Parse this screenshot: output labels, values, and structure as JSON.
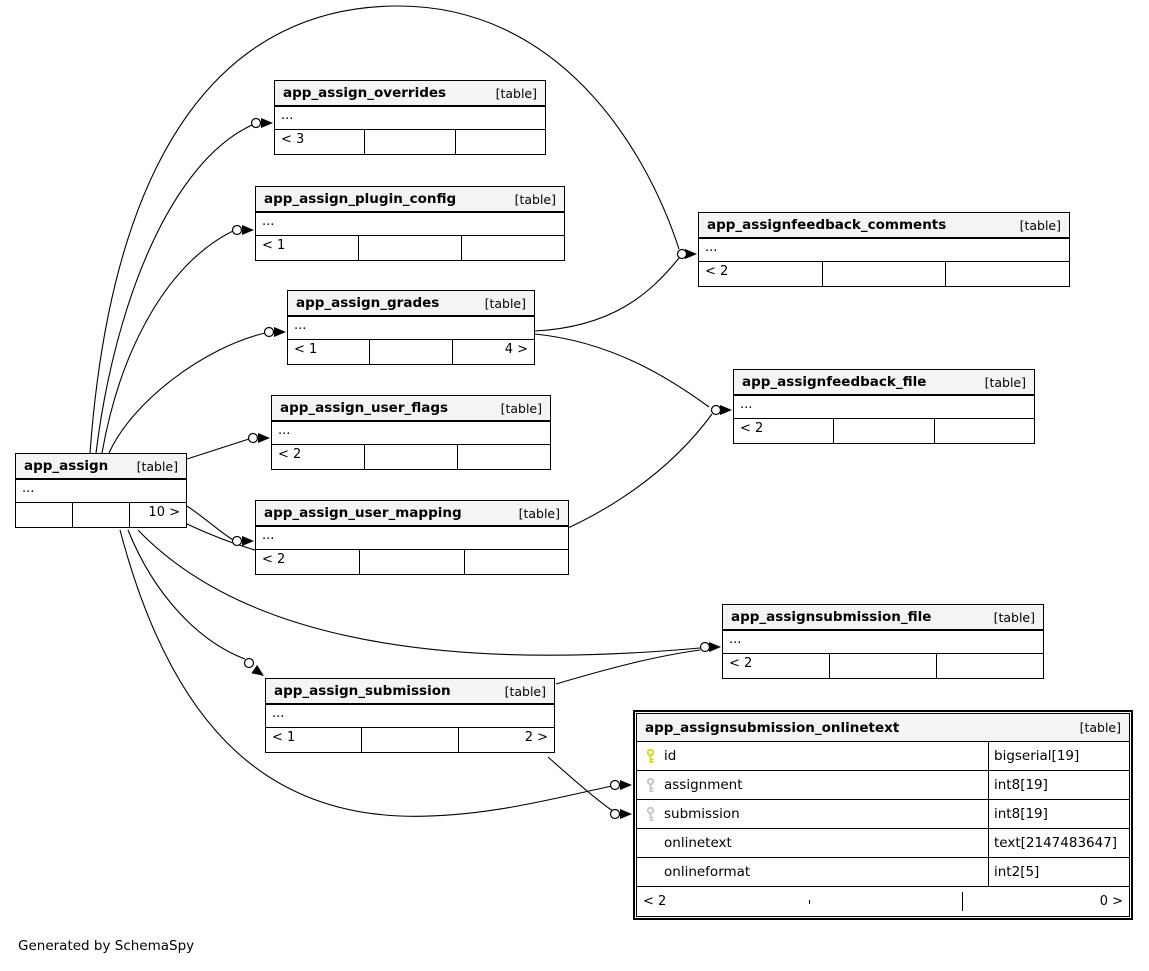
{
  "footer": "Generated by SchemaSpy",
  "tables": {
    "assign": {
      "name": "app_assign",
      "badge": "[table]",
      "ellipsis": "...",
      "stats": [
        "",
        "",
        "10 >"
      ]
    },
    "overrides": {
      "name": "app_assign_overrides",
      "badge": "[table]",
      "ellipsis": "...",
      "stats": [
        "< 3",
        "",
        ""
      ]
    },
    "plugin_config": {
      "name": "app_assign_plugin_config",
      "badge": "[table]",
      "ellipsis": "...",
      "stats": [
        "< 1",
        "",
        ""
      ]
    },
    "grades": {
      "name": "app_assign_grades",
      "badge": "[table]",
      "ellipsis": "...",
      "stats": [
        "< 1",
        "",
        "4 >"
      ]
    },
    "user_flags": {
      "name": "app_assign_user_flags",
      "badge": "[table]",
      "ellipsis": "...",
      "stats": [
        "< 2",
        "",
        ""
      ]
    },
    "user_mapping": {
      "name": "app_assign_user_mapping",
      "badge": "[table]",
      "ellipsis": "...",
      "stats": [
        "< 2",
        "",
        ""
      ]
    },
    "fb_comments": {
      "name": "app_assignfeedback_comments",
      "badge": "[table]",
      "ellipsis": "...",
      "stats": [
        "< 2",
        "",
        ""
      ]
    },
    "fb_file": {
      "name": "app_assignfeedback_file",
      "badge": "[table]",
      "ellipsis": "...",
      "stats": [
        "< 2",
        "",
        ""
      ]
    },
    "sub_file": {
      "name": "app_assignsubmission_file",
      "badge": "[table]",
      "ellipsis": "...",
      "stats": [
        "< 2",
        "",
        ""
      ]
    },
    "submission": {
      "name": "app_assign_submission",
      "badge": "[table]",
      "ellipsis": "...",
      "stats": [
        "< 1",
        "",
        "2 >"
      ]
    },
    "onlinetext": {
      "name": "app_assignsubmission_onlinetext",
      "badge": "[table]",
      "columns": [
        {
          "name": "id",
          "type": "bigserial[19]",
          "key": "primary-key"
        },
        {
          "name": "assignment",
          "type": "int8[19]",
          "key": "foreign-key"
        },
        {
          "name": "submission",
          "type": "int8[19]",
          "key": "foreign-key"
        },
        {
          "name": "onlinetext",
          "type": "text[2147483647]",
          "key": null
        },
        {
          "name": "onlineformat",
          "type": "int2[5]",
          "key": null
        }
      ],
      "stats": [
        "< 2",
        "",
        "0 >"
      ]
    }
  },
  "colors": {
    "primary_key_icon": "#d6d600",
    "foreign_key_icon": "#c4c4c4",
    "header_bg": "#f4f4f4",
    "border": "#000000"
  }
}
